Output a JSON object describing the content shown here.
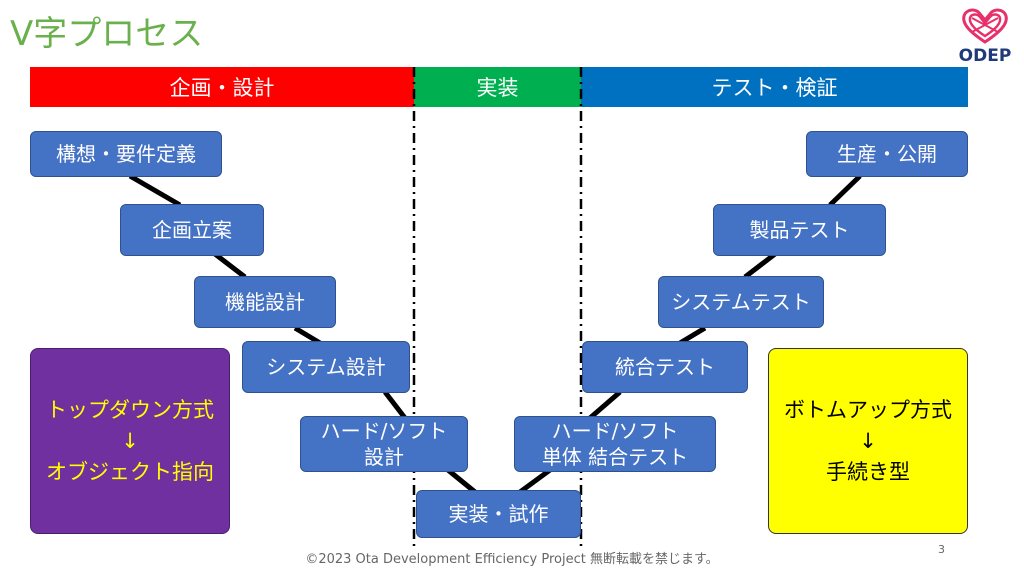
{
  "title": "V字プロセス",
  "logo": {
    "text": "ODEP",
    "icon": "heart-logo-icon"
  },
  "phases": [
    {
      "label": "企画・設計",
      "color": "#ff0000"
    },
    {
      "label": "実装",
      "color": "#00b050"
    },
    {
      "label": "テスト・検証",
      "color": "#0070c0"
    }
  ],
  "steps": {
    "concept": "構想・要件定義",
    "planning": "企画立案",
    "function_design": "機能設計",
    "system_design": "システム設計",
    "hw_sw_design_1": "ハード/ソフト",
    "hw_sw_design_2": "設計",
    "implementation": "実装・試作",
    "hw_sw_test_1": "ハード/ソフト",
    "hw_sw_test_2": "単体 結合テスト",
    "integration_test": "統合テスト",
    "system_test": "システムテスト",
    "product_test": "製品テスト",
    "release": "生産・公開"
  },
  "methods": {
    "left": {
      "line1": "トップダウン方式",
      "line2": "↓",
      "line3": "オブジェクト指向",
      "bg": "#7030a0",
      "fg": "#ffff00"
    },
    "right": {
      "line1": "ボトムアップ方式",
      "line2": "↓",
      "line3": "手続き型",
      "bg": "#ffff00",
      "fg": "#000000"
    }
  },
  "footer": "©2023 Ota Development Efficiency Project 無断転載を禁じます。",
  "page_number": "3"
}
